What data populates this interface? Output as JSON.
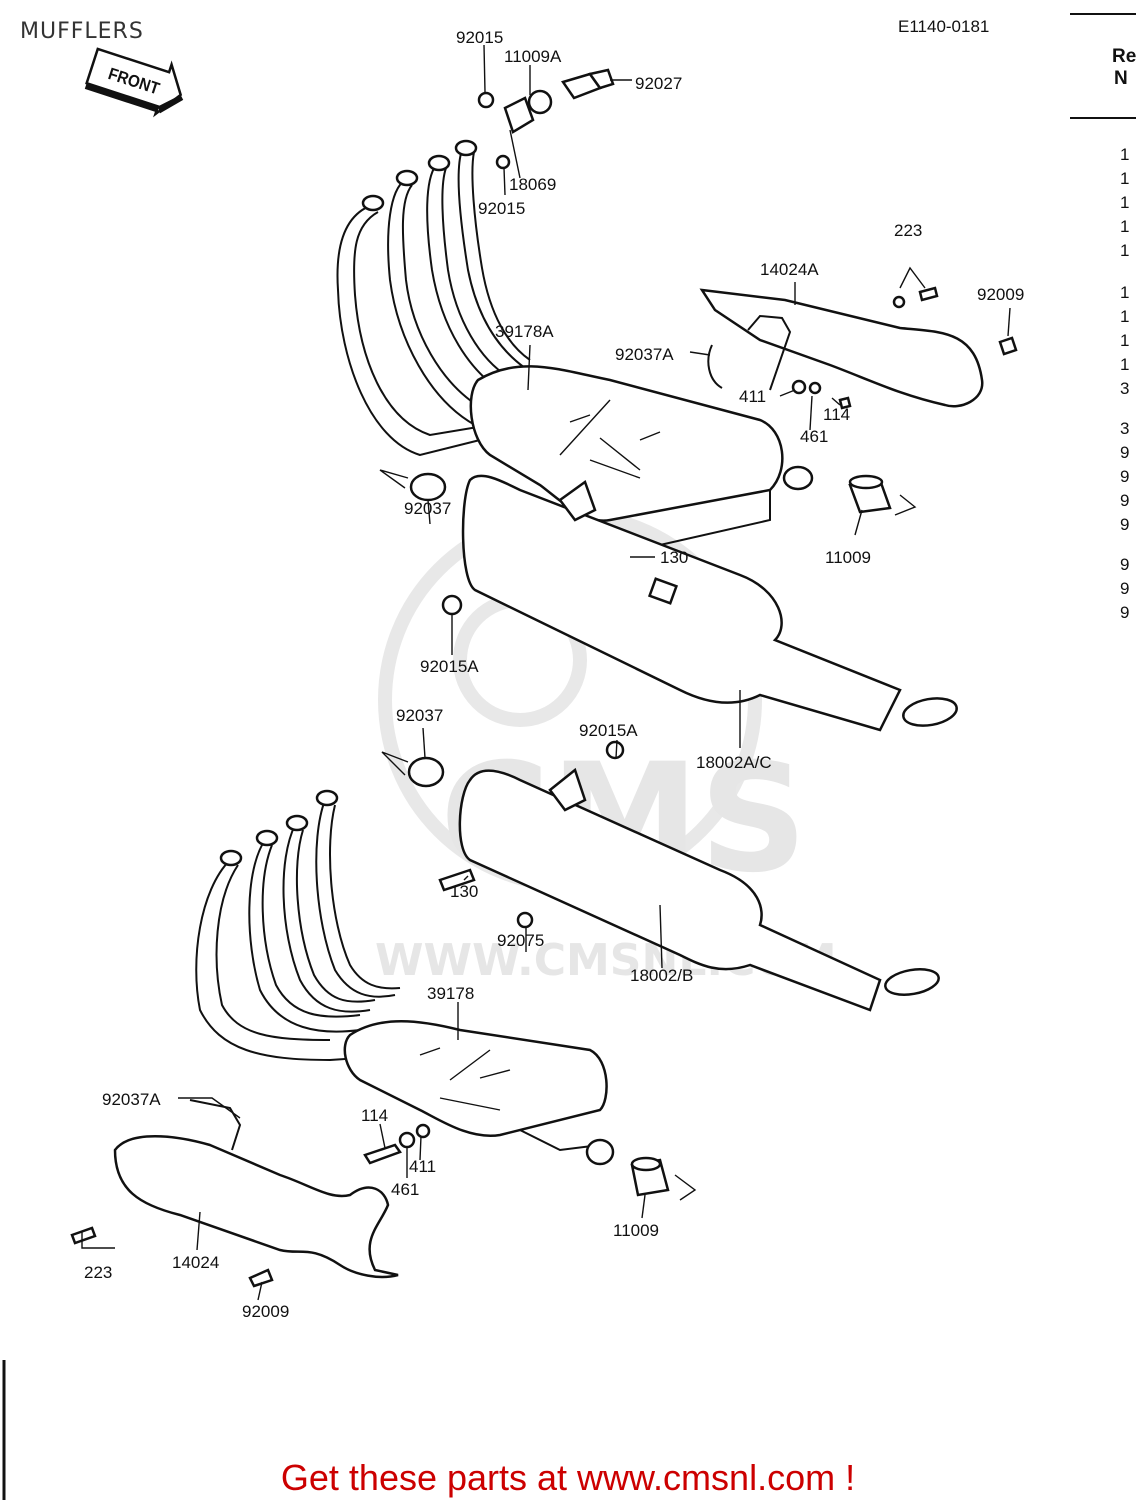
{
  "header": {
    "title": "MUFFLERS",
    "drawing_code": "E1140-0181"
  },
  "ref_column": {
    "heading_line1": "Re",
    "heading_line2": "N"
  },
  "front_arrow": {
    "label": "FRONT"
  },
  "callouts": {
    "c92015_top": "92015",
    "c11009A": "11009A",
    "c92027": "92027",
    "c18069": "18069",
    "c92015_mid": "92015",
    "c223_top": "223",
    "c14024A": "14024A",
    "c92009_top": "92009",
    "c39178A": "39178A",
    "c92037A_top": "92037A",
    "c411_top": "411",
    "c114_top": "114",
    "c461_top": "461",
    "c92037_a": "92037",
    "c130_top": "130",
    "c11009_top": "11009",
    "c92015A_left": "92015A",
    "c92037_b": "92037",
    "c92015A_right": "92015A",
    "c18002AC": "18002A/C",
    "c130_bottom": "130",
    "c92075": "92075",
    "c18002B": "18002/B",
    "c39178": "39178",
    "c92037A_bottom": "92037A",
    "c114_bottom": "114",
    "c411_bottom": "411",
    "c461_bottom": "461",
    "c11009_bottom": "11009",
    "c223_bottom": "223",
    "c14024": "14024",
    "c92009_bottom": "92009"
  },
  "side_column_digits": [
    "1",
    "1",
    "1",
    "1",
    "1",
    "1",
    "1",
    "1",
    "1",
    "3",
    "3",
    "9",
    "9",
    "9",
    "9",
    "9",
    "9",
    "9"
  ],
  "watermark": {
    "text": "WWW.CMSNL.COM",
    "logo": "CMS"
  },
  "footer": {
    "text": "Get these parts at www.cmsnl.com !"
  }
}
